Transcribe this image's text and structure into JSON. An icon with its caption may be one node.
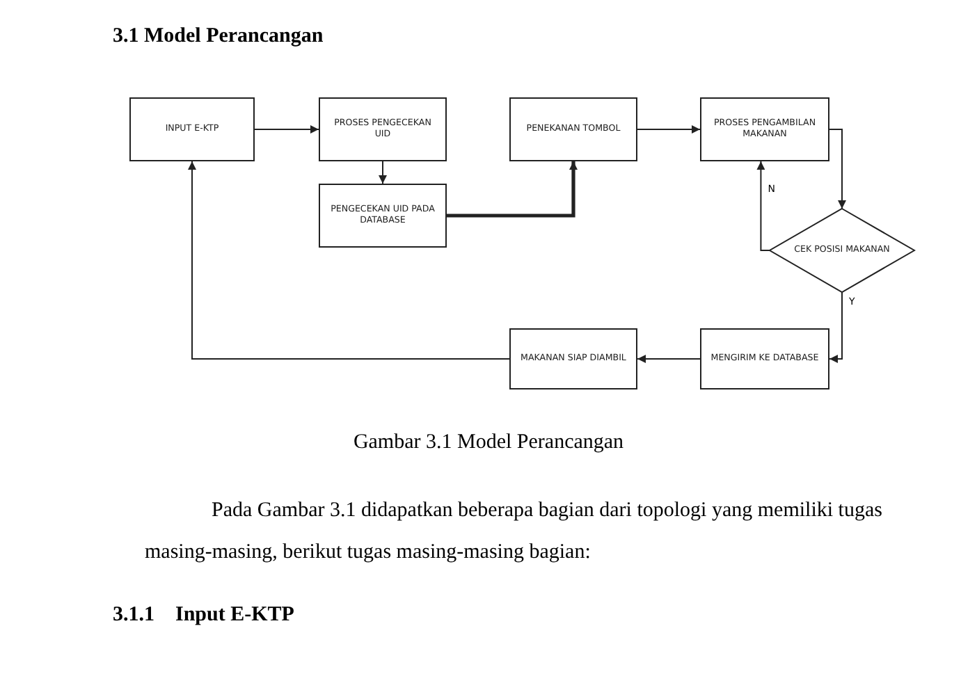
{
  "diagram": {
    "title": "3.1 Model Perancangan",
    "caption": "Gambar 3.1 Model Perancangan",
    "nodes": [
      {
        "text": [
          "INPUT E-KTP"
        ]
      },
      {
        "text": [
          "PROSES PENGECEKAN UID"
        ]
      },
      {
        "text": [
          "PENGECEKAN UID PADA DATABASE"
        ]
      },
      {
        "text": [
          "PENEKANAN TOMBOL"
        ]
      },
      {
        "text": [
          "PROSES PENGAMBILAN MAKANAN"
        ]
      },
      {
        "text": [
          "CEK POSISI MAKANAN"
        ]
      },
      {
        "text": [
          "MENGIRIM KE DATABASE"
        ]
      },
      {
        "text": [
          "MAKANAN SIAP DIAMBIL"
        ]
      }
    ],
    "edges": [
      {
        "from": 0,
        "to": 1,
        "arrow": "to"
      },
      {
        "from": 1,
        "to": 2,
        "arrow": "to"
      },
      {
        "from": 2,
        "to": 3,
        "arrow": "to",
        "style": "thick"
      },
      {
        "from": 3,
        "to": 4,
        "arrow": "to"
      },
      {
        "from": 4,
        "to": 5,
        "arrow": "to"
      },
      {
        "from": 5,
        "to": 4,
        "arrow": "to",
        "label": "N"
      },
      {
        "from": 5,
        "to": 6,
        "arrow": "to",
        "label": "Y"
      },
      {
        "from": 6,
        "to": 7,
        "arrow": "to"
      },
      {
        "from": 7,
        "to": 0,
        "arrow": "to"
      }
    ],
    "labels": [
      "Pada Gambar 3.1 didapatkan beberapa bagian dari topologi yang memiliki tugas masing-masing, berikut tugas masing-masing bagian:",
      "3.1.1    Input E-KTP"
    ]
  }
}
